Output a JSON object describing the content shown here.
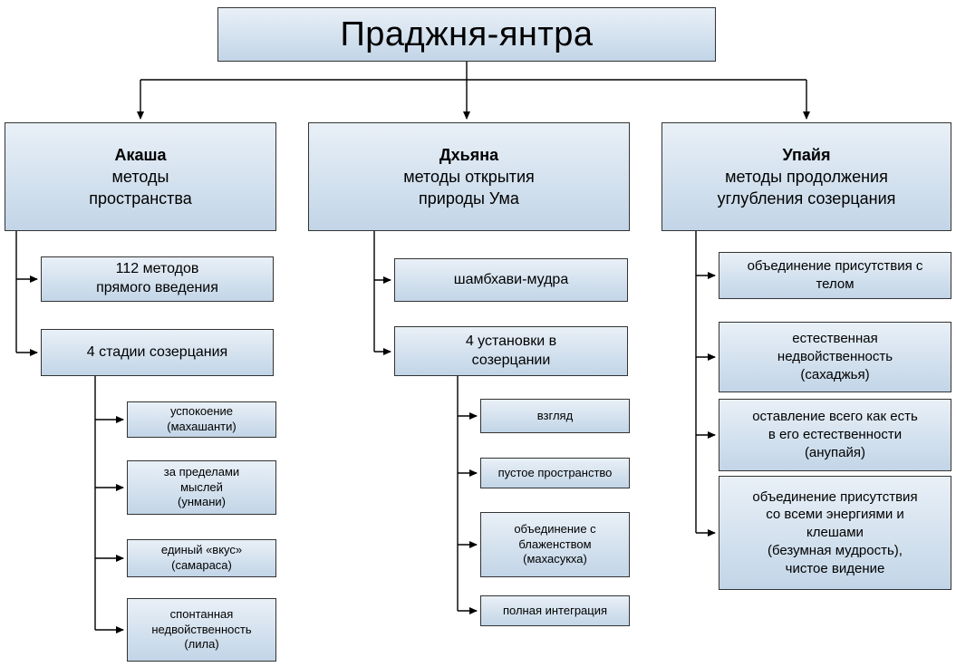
{
  "title": "Праджня-янтра",
  "branches": {
    "akasha": {
      "name": "Акаша",
      "subtitle": "методы\nпространства",
      "node_112": "112 методов\nпрямого введения",
      "node_stages": "4 стадии созерцания",
      "stages": {
        "calm": "успокоение\n(махашанти)",
        "beyond_thoughts": "за пределами\nмыслей\n(унмани)",
        "single_taste": "единый «вкус»\n(самараса)",
        "spontaneous": "спонтанная\nнедвойственность\n(лила)"
      }
    },
    "dhyana": {
      "name": "Дхьяна",
      "subtitle": "методы открытия\nприроды Ума",
      "node_shambhavi": "шамбхави-мудра",
      "node_attitudes": "4 установки в\nсозерцании",
      "attitudes": {
        "gaze": "взгляд",
        "empty_space": "пустое пространство",
        "bliss": "объединение с\nблаженством\n(махасукха)",
        "integration": "полная интеграция"
      }
    },
    "upaya": {
      "name": "Упайя",
      "subtitle": "методы продолжения\nуглубления созерцания",
      "nodes": {
        "body": "объединение присутствия с\nтелом",
        "sahajya": "естественная\nнедвойственность\n(сахаджья)",
        "anupaya": "оставление всего как есть\nв его естественности\n(анупайя)",
        "energies": "объединение присутствия\nсо всеми энергиями и\nклешами\n(безумная мудрость),\nчистое видение"
      }
    }
  },
  "colors": {
    "box_fill_top": "#e9f0f7",
    "box_fill_bottom": "#c2d5e7",
    "box_border": "#333333",
    "line": "#000000",
    "background": "#ffffff"
  }
}
